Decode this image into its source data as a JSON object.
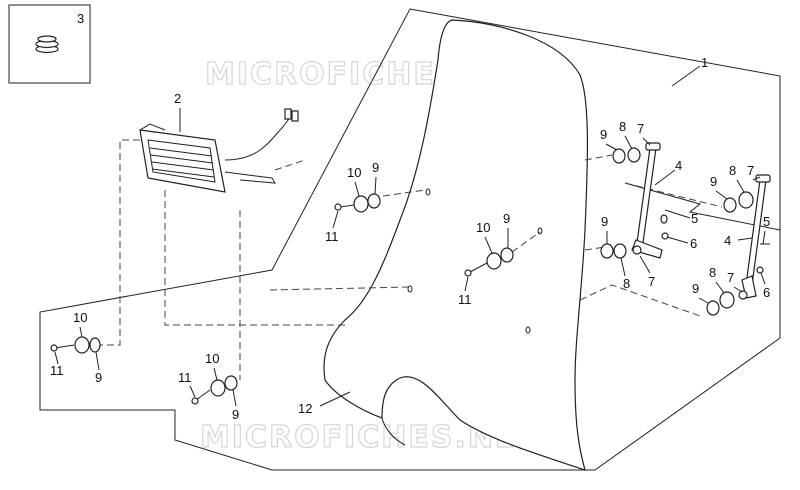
{
  "watermark": "MICROFICHES.NET",
  "labels": {
    "l1": "1",
    "l2": "2",
    "l3": "3",
    "l4a": "4",
    "l4b": "4",
    "l5a": "5",
    "l5b": "5",
    "l6a": "6",
    "l6b": "6",
    "l7a": "7",
    "l7b": "7",
    "l7c": "7",
    "l7d": "7",
    "l8a": "8",
    "l8b": "8",
    "l8c": "8",
    "l8d": "8",
    "l9a": "9",
    "l9b": "9",
    "l9c": "9",
    "l9d": "9",
    "l9e": "9",
    "l9f": "9",
    "l9g": "9",
    "l9h": "9",
    "l10a": "10",
    "l10b": "10",
    "l10c": "10",
    "l10d": "10",
    "l11a": "11",
    "l11b": "11",
    "l11c": "11",
    "l11d": "11",
    "l12": "12"
  }
}
